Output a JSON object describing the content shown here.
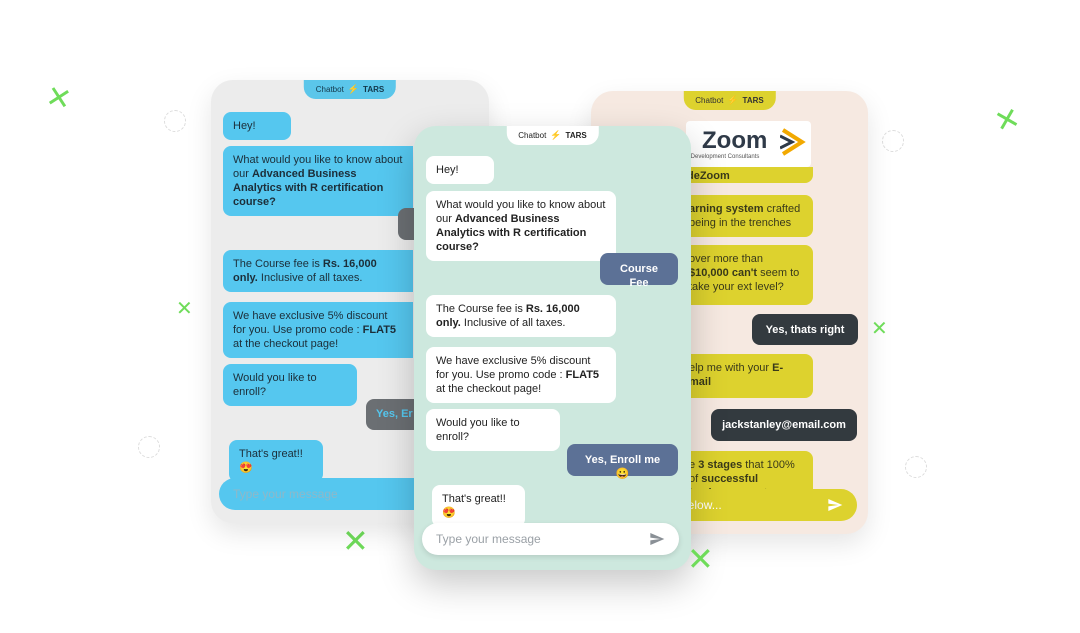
{
  "left_chat": {
    "header": {
      "chatbot": "Chatbot",
      "brand": "TARS"
    },
    "messages": {
      "hey": "Hey!",
      "question": [
        "What would you like to know about our ",
        "Advanced Business Analytics with R certification course?"
      ],
      "fee": [
        "The Course fee is ",
        "Rs. 16,000 only.",
        " Inclusive of all taxes."
      ],
      "discount": [
        "We have exclusive 5% discount for you. Use promo code : ",
        "FLAT5",
        " at the checkout page!"
      ],
      "enroll_q": "Would you like to enroll?",
      "user_yes": "Yes, Er",
      "great": "That's great!! 😍"
    },
    "input_placeholder": "Type your message"
  },
  "center_chat": {
    "header": {
      "chatbot": "Chatbot",
      "brand": "TARS"
    },
    "messages": {
      "hey": "Hey!",
      "question": [
        "What would you like to know about our ",
        "Advanced Business Analytics with R certification course?"
      ],
      "user_fee": "Course Fee",
      "fee": [
        "The Course fee is ",
        "Rs. 16,000 only.",
        " Inclusive of all taxes."
      ],
      "discount": [
        "We have exclusive 5% discount for you. Use promo code : ",
        "FLAT5",
        " at the checkout page!"
      ],
      "enroll_q": "Would you like to enroll?",
      "user_enroll": "Yes, Enroll me 😀",
      "great": "That's great!! 😍"
    },
    "input_placeholder": "Type your message"
  },
  "right_chat": {
    "header": {
      "chatbot": "Chatbot",
      "brand": "TARS"
    },
    "logo": {
      "text": "Zoom",
      "sub": "s Development Consultants"
    },
    "messages": {
      "name": "deZoom",
      "system": [
        "arning system",
        " crafted being in the trenches"
      ],
      "revenue": [
        "over more than ",
        "$10,000",
        " ",
        "can't",
        " seem to take your ext level?"
      ],
      "user_right": "Yes, thats right",
      "email_q": [
        "elp me with your ",
        "E-mail"
      ],
      "user_email": "jackstanley@email.com",
      "stages": [
        "e ",
        "3 stages",
        " that 100% of ",
        "successful businesses",
        " get"
      ]
    },
    "input_text": "below..."
  },
  "colors": {
    "accent_green": "#6fdc5a",
    "left_bot": "#55c7ef",
    "center_bg": "#cde8de",
    "center_user": "#5c7196",
    "right_bot": "#ddd22e",
    "right_user": "#333a3f"
  }
}
